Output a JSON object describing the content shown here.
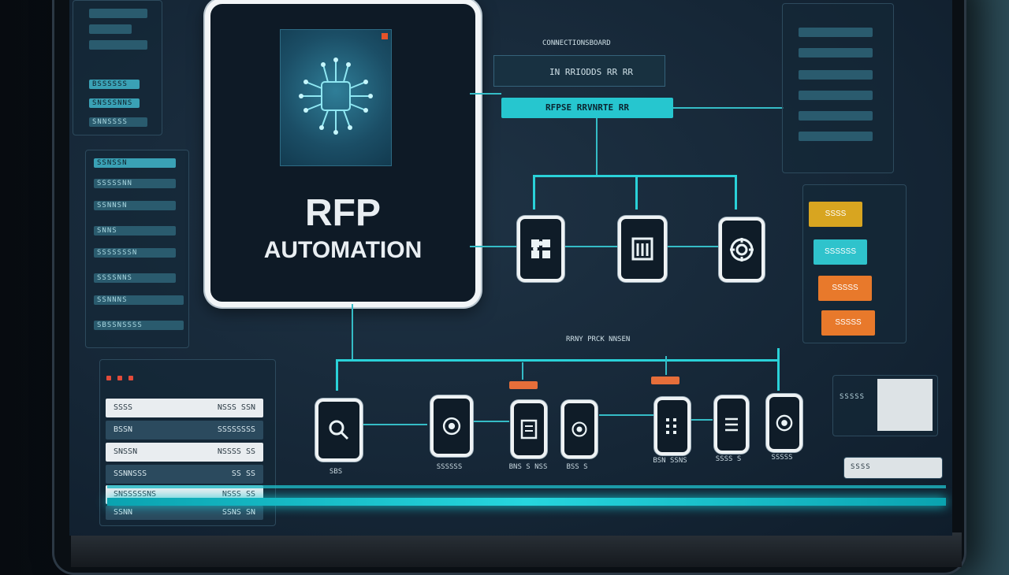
{
  "main_card": {
    "title_line1": "RFP",
    "title_line2": "AUTOMATION",
    "icon": "ai-chip-icon"
  },
  "colors": {
    "accent": "#2ad1d8",
    "yellow": "#d8a520",
    "teal": "#2fc3cc",
    "orange": "#e8792b",
    "alert": "#e34b3a"
  },
  "header_label": "CONNECTIONSBOARD",
  "header_box_text": "IN RRIODDS RR RR",
  "cyan_box_text": "RFPSE RRVNRTE RR",
  "lower_header": "RRNY PRCK NNSEN",
  "upper_nodes": [
    {
      "icon": "puzzle-icon"
    },
    {
      "icon": "document-icon"
    },
    {
      "icon": "gear-icon"
    }
  ],
  "lower_nodes": [
    {
      "icon": "search-icon",
      "label": "SBS"
    },
    {
      "icon": "gear-icon",
      "label": "SSSSSS"
    },
    {
      "icon": "dashboard-icon",
      "label": "BNS S NSS"
    },
    {
      "icon": "gear-icon",
      "label": "BSS S"
    },
    {
      "icon": "document-icon",
      "label": "BSN SSNS"
    },
    {
      "icon": "checklist-icon",
      "label": "SSSS S"
    },
    {
      "icon": "gear-icon",
      "label": "SSSSS"
    }
  ],
  "left_panel_rows": [
    "BSSSSSS",
    "SNSSSNNS",
    "SNNSSSS",
    "SSNSSN",
    "SSSSSNN",
    "SSNNSN",
    "SNNS",
    "SSSSSSSN",
    "SSSSNNS",
    "SSNNNS",
    "SBSSNSSSS"
  ],
  "table": {
    "rows": [
      {
        "c1": "SSSS",
        "c2": "NSSS SSN"
      },
      {
        "c1": "BSSN",
        "c2": "SSSSSSSS"
      },
      {
        "c1": "SNSSN",
        "c2": "NSSSS SS"
      },
      {
        "c1": "SSNNSSS",
        "c2": "SS SS"
      },
      {
        "c1": "SNSSSSSNS",
        "c2": "NSSS SS"
      },
      {
        "c1": "SSNN",
        "c2": "SSNS SN"
      }
    ]
  },
  "right_buttons": [
    {
      "label": "SSSS",
      "color": "#d8a520"
    },
    {
      "label": "SSSSSS",
      "color": "#2fc3cc"
    },
    {
      "label": "SSSSS",
      "color": "#e8792b"
    },
    {
      "label": "SSSSS",
      "color": "#e8792b"
    }
  ],
  "right_bottom": {
    "left_label": "SSSSS",
    "right_label": "SSSS"
  }
}
